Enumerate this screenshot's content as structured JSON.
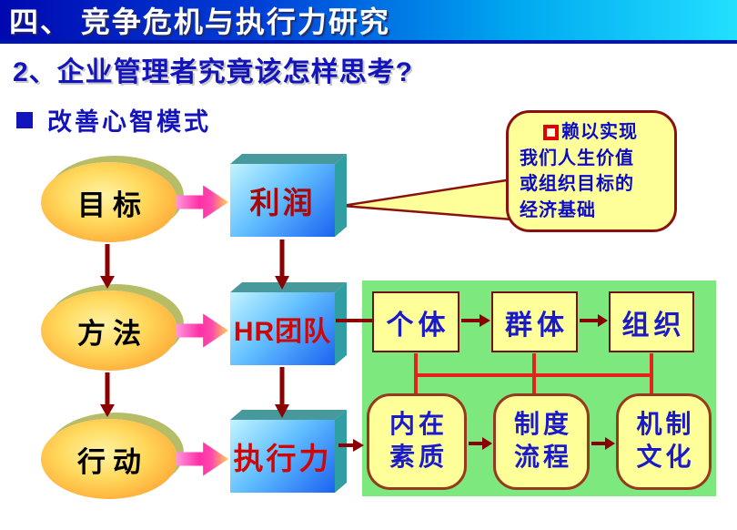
{
  "banner": {
    "title": "四、 竞争危机与执行力研究"
  },
  "subtitle": "2、企业管理者究竟该怎样思考?",
  "section": {
    "bullet_label": "改善心智模式"
  },
  "flow": {
    "stages": [
      {
        "label": "目标"
      },
      {
        "label": "方法"
      },
      {
        "label": "行动"
      }
    ],
    "boxes": [
      {
        "label": "利润"
      },
      {
        "label": "HR团队"
      },
      {
        "label": "执行力"
      }
    ]
  },
  "callout": {
    "lines": [
      "赖以实现",
      "我们人生价值",
      "或组织目标的",
      "经济基础"
    ]
  },
  "panel": {
    "top_row": [
      {
        "label": "个体"
      },
      {
        "label": "群体"
      },
      {
        "label": "组织"
      }
    ],
    "bottom_row": [
      {
        "line1": "内在",
        "line2": "素质"
      },
      {
        "line1": "制度",
        "line2": "流程"
      },
      {
        "line1": "机制",
        "line2": "文化"
      }
    ]
  },
  "colors": {
    "banner_gradient_start": "#0008B0",
    "banner_gradient_end": "#22E0FF",
    "heading_blue": "#1414BD",
    "arrow_dark_red": "#8B0000",
    "connector_red": "#E3231C",
    "panel_green": "#7DE87D",
    "box_yellow": "#FFFF99",
    "label_blue": "#1A1ACC",
    "box_face_blue": "#1B62F2",
    "ellipse_orange": "#F58A22",
    "pink_arrow": "#FF2FA6",
    "box_text_red": "#D00606"
  }
}
